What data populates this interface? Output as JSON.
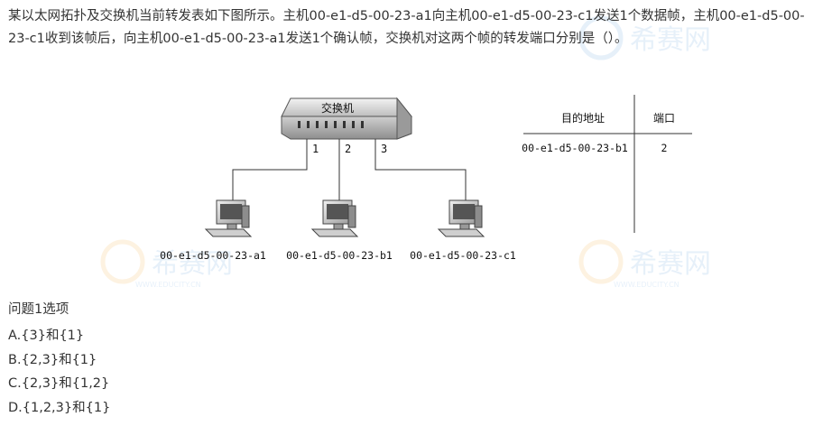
{
  "question": {
    "text": "某以太网拓扑及交换机当前转发表如下图所示。主机00-e1-d5-00-23-a1向主机00-e1-d5-00-23-c1发送1个数据帧，主机00-e1-d5-00-23-c1收到该帧后，向主机00-e1-d5-00-23-a1发送1个确认帧，交换机对这两个帧的转发端口分别是（）。"
  },
  "diagram": {
    "switch_label": "交换机",
    "ports": [
      "1",
      "2",
      "3"
    ],
    "hosts": [
      "00-e1-d5-00-23-a1",
      "00-e1-d5-00-23-b1",
      "00-e1-d5-00-23-c1"
    ]
  },
  "table": {
    "headers": [
      "目的地址",
      "端口"
    ],
    "rows": [
      {
        "address": "00-e1-d5-00-23-b1",
        "port": "2"
      }
    ]
  },
  "section": {
    "label": "问题1选项"
  },
  "options": [
    {
      "text": "A.{3}和{1}"
    },
    {
      "text": "B.{2,3}和{1}"
    },
    {
      "text": "C.{2,3}和{1,2}"
    },
    {
      "text": "D.{1,2,3}和{1}"
    }
  ],
  "watermark": {
    "brand": "希赛网",
    "url": "WWW.EDUCITY.CN"
  }
}
